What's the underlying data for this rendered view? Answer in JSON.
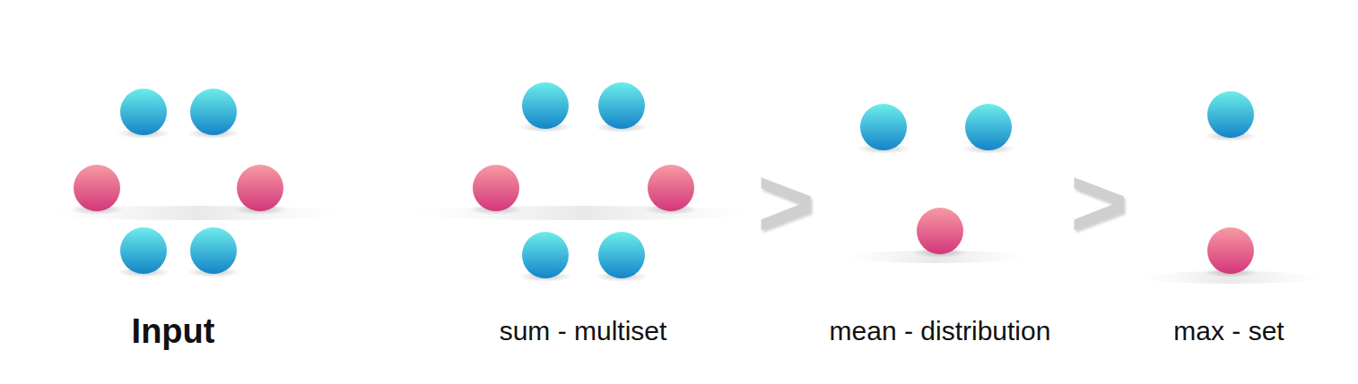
{
  "diagram": {
    "labels": [
      "Input",
      "sum - multiset",
      ">",
      "mean - distribution",
      ">",
      "max - set"
    ]
  }
}
